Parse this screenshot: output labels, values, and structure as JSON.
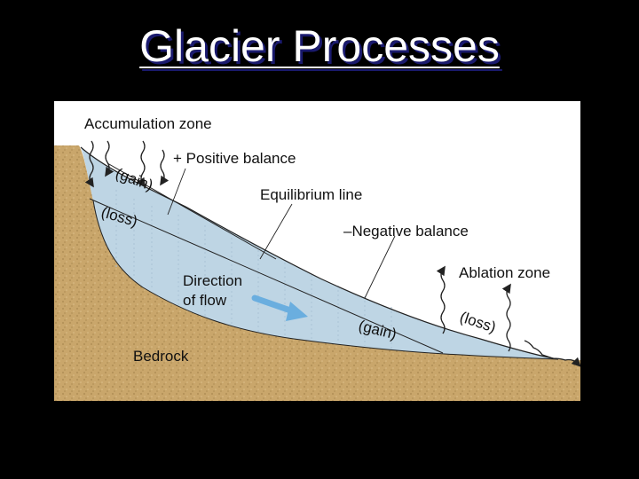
{
  "slide": {
    "title": "Glacier Processes"
  },
  "diagram": {
    "labels": {
      "accumulation_zone": "Accumulation zone",
      "positive_balance": "+ Positive balance",
      "equilibrium_line": "Equilibrium line",
      "negative_balance": "–Negative balance",
      "ablation_zone": "Ablation zone",
      "direction_line1": "Direction",
      "direction_line2": "of flow",
      "bedrock": "Bedrock",
      "gain_upper": "(gain)",
      "loss_upper": "(loss)",
      "gain_lower": "(gain)",
      "loss_lower": "(loss)"
    },
    "colors": {
      "bedrock": "#c9a66b",
      "ice": "#bed5e4",
      "ice_shadow": "#a9c3d6",
      "sky": "#ffffff",
      "flow_arrow": "#6aaedf",
      "line": "#222222"
    }
  }
}
